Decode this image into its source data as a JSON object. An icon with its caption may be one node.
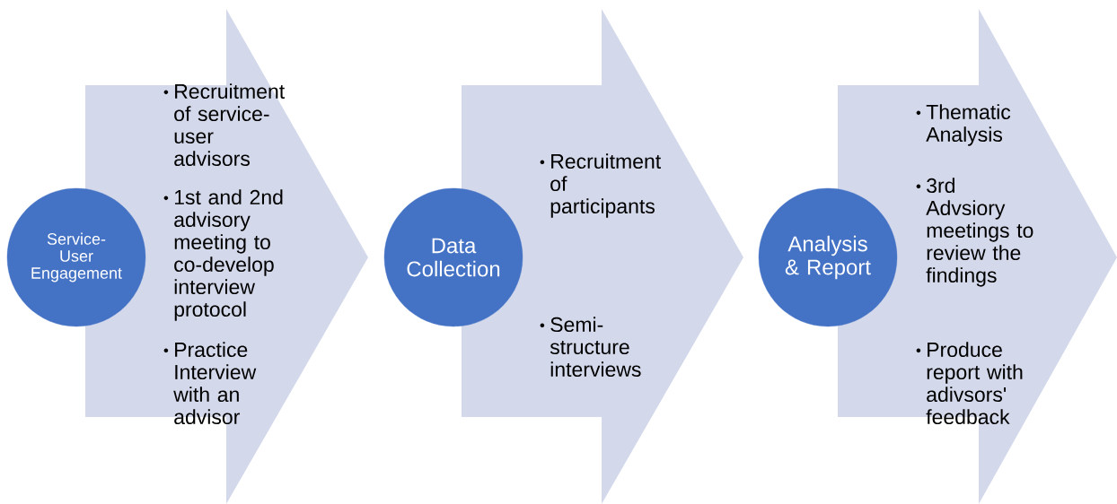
{
  "diagram": {
    "nodes": [
      {
        "text": [
          "Service-User Engagement"
        ]
      },
      {
        "text": [
          "Recruitment of service-user advisors",
          "1st and 2nd advisory meeting to co-develop interview protocol",
          "Practice Interview with an advisor"
        ]
      },
      {
        "text": [
          "Data Collection"
        ]
      },
      {
        "text": [
          "Recruitment of participants",
          "Semi-structure interviews"
        ]
      },
      {
        "text": [
          "Analysis & Report"
        ]
      },
      {
        "text": [
          "Thematic Analysis",
          "3rd Advsiory meetings to review the findings",
          "Produce report with adivsors' feedback"
        ]
      }
    ]
  }
}
